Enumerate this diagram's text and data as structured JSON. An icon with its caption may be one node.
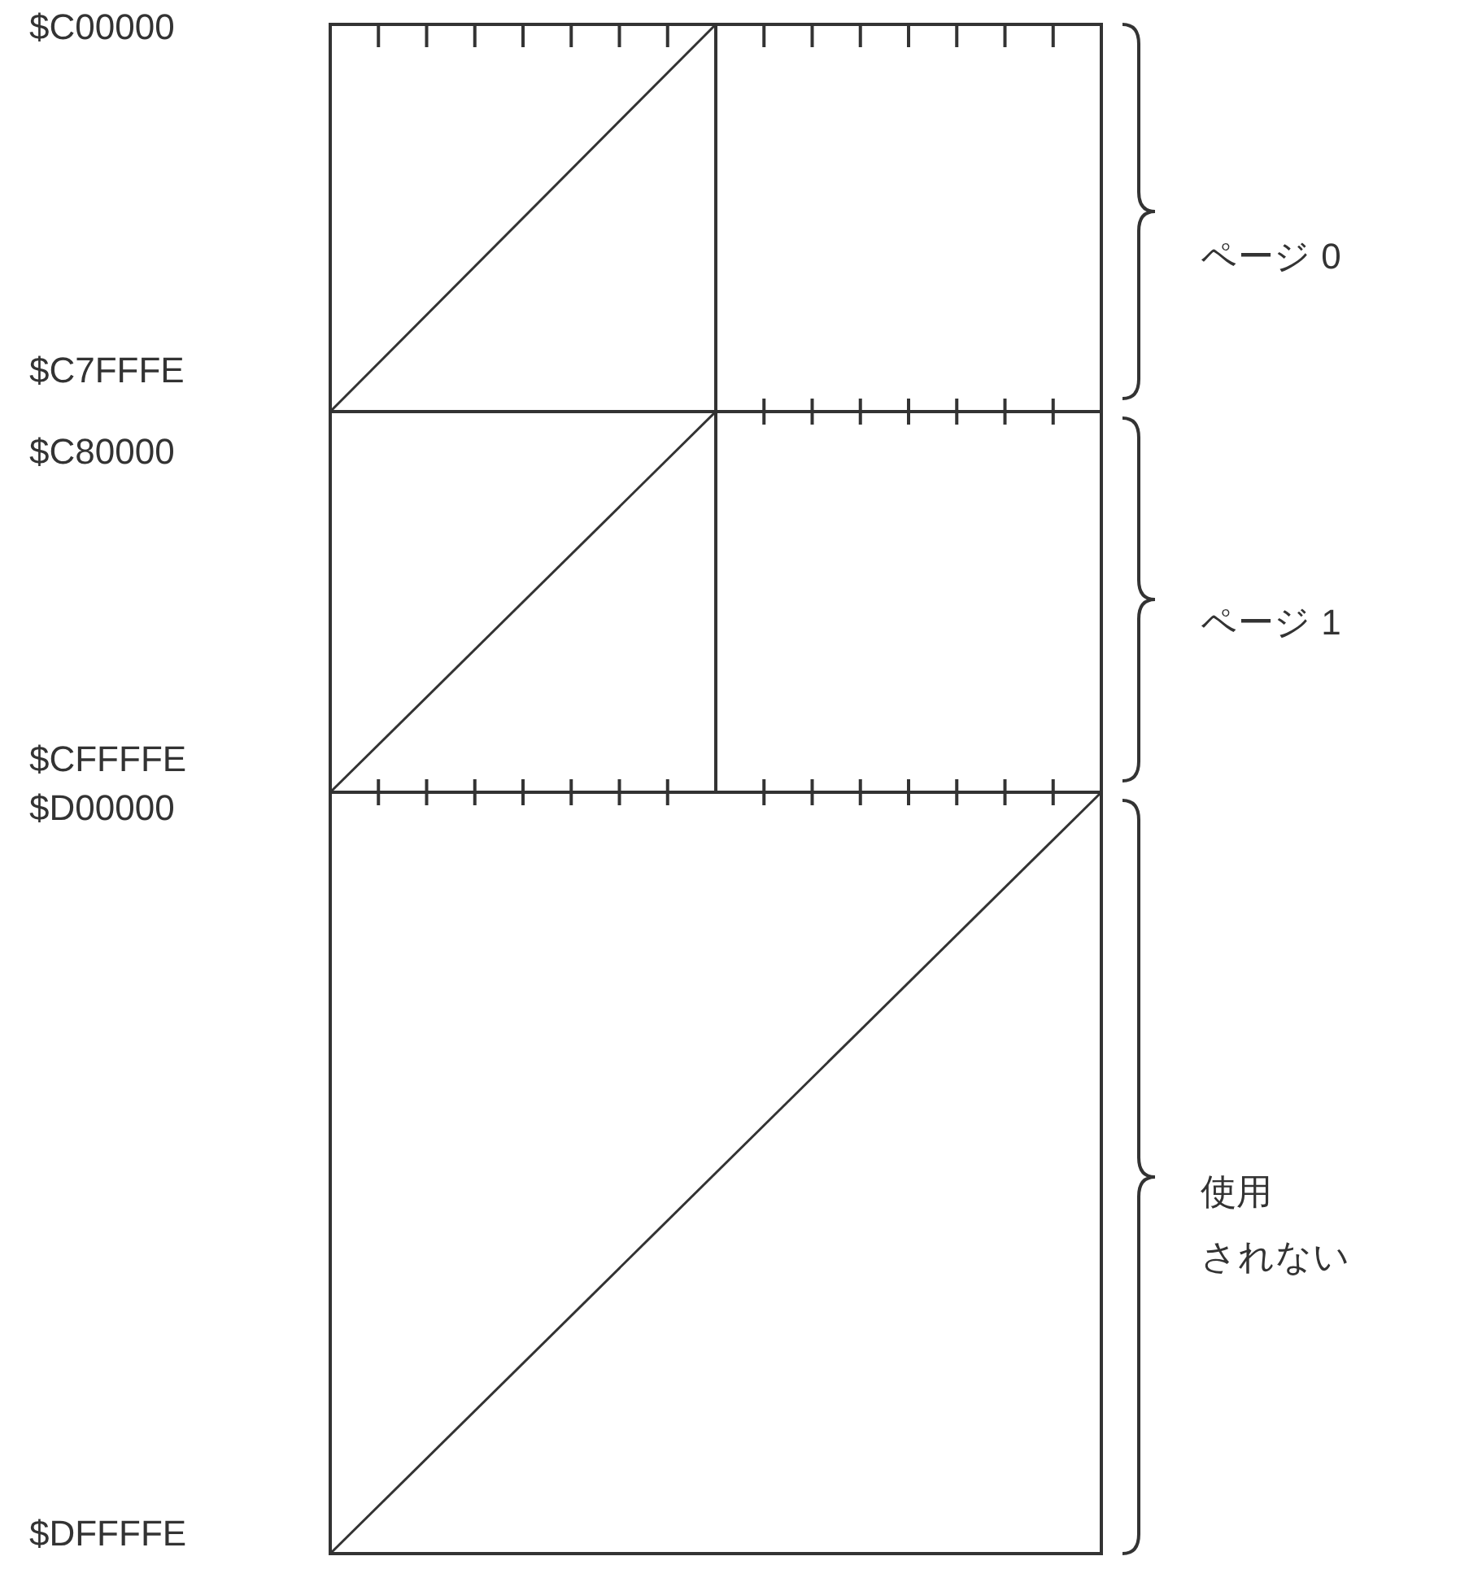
{
  "diagram": {
    "labels": [
      "$C00000",
      "ページ 0",
      "$C7FFFE",
      "$C80000",
      "ページ 1",
      "$CFFFFE",
      "$D00000",
      "使用",
      "されない",
      "$DFFFFE"
    ]
  }
}
